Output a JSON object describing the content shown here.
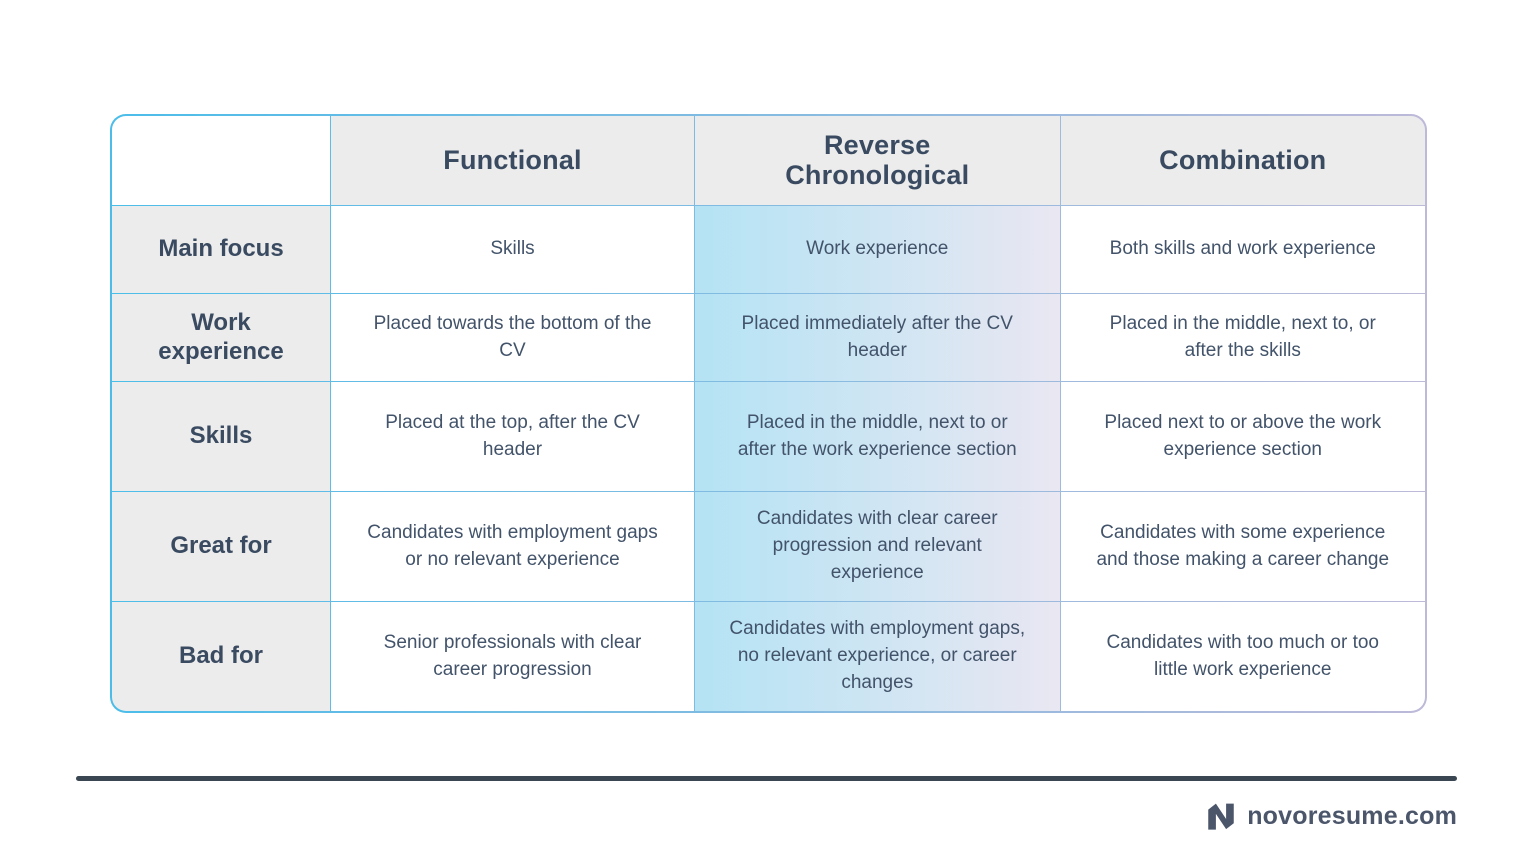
{
  "chart_data": {
    "type": "table",
    "columns": [
      "",
      "Functional",
      "Reverse\nChronological",
      "Combination"
    ],
    "rows": [
      {
        "label": "Main focus",
        "cells": [
          "Skills",
          "Work experience",
          "Both skills and work experience"
        ]
      },
      {
        "label": "Work experience",
        "cells": [
          "Placed towards the bottom of the CV",
          "Placed immediately after the CV header",
          "Placed in the middle, next to, or after the skills"
        ]
      },
      {
        "label": "Skills",
        "cells": [
          "Placed at the top, after the CV header",
          "Placed in the middle, next to or after the work experience section",
          "Placed next to or above the work experience section"
        ]
      },
      {
        "label": "Great for",
        "cells": [
          "Candidates with employment gaps or no relevant experience",
          "Candidates with clear career progression and relevant experience",
          "Candidates with some experience and those making a career change"
        ]
      },
      {
        "label": "Bad for",
        "cells": [
          "Senior professionals with clear career progression",
          "Candidates with employment gaps, no relevant experience, or career changes",
          "Candidates with too much or too little work experience"
        ]
      }
    ],
    "highlighted_column": "Reverse Chronological",
    "legend_position": "none",
    "grid": true
  },
  "footer": {
    "brand": "novoresume.com",
    "logo_icon": "novoresume-n-icon"
  },
  "colors": {
    "accent_cyan": "#4cbde9",
    "accent_lavender": "#bdb9d9",
    "header_bg": "#ececec",
    "highlight_from": "#b4e3f4",
    "highlight_to": "#e9e7f2",
    "text": "#42536a",
    "heading_text": "#3a4b61",
    "divider": "#3a4652",
    "logo": "#4b566b"
  }
}
